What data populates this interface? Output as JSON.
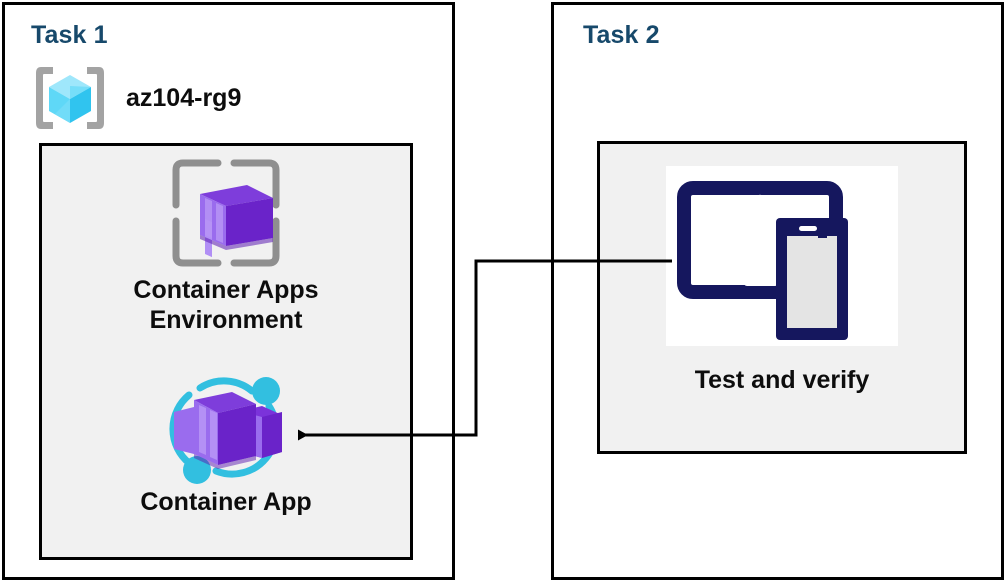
{
  "diagram": {
    "title": "Azure Container Apps lab diagram",
    "background": "#ffffff",
    "colors": {
      "task_title": "#17496b",
      "panel_fill": "#f1f1f1",
      "border": "#000000",
      "label_text": "#0d0d0d",
      "resource_group_cube": "#32d5f4",
      "resource_group_bracket": "#a3a3a3",
      "container_purple": "#7a2fd6",
      "container_purple_light": "#a176ef",
      "frame_gray": "#8f8f8f",
      "orbit_cyan": "#32bfe0",
      "device_navy": "#15175e",
      "device_screen_gray": "#e4e4e4",
      "connector": "#000000"
    }
  },
  "task1": {
    "title": "Task 1",
    "resource_group": {
      "icon": "resource-group-icon",
      "label": "az104-rg9"
    },
    "nodes": [
      {
        "id": "container-apps-environment",
        "icon": "container-apps-environment-icon",
        "label": "Container Apps\nEnvironment"
      },
      {
        "id": "container-app",
        "icon": "container-app-icon",
        "label": "Container App"
      }
    ]
  },
  "task2": {
    "title": "Task 2",
    "nodes": [
      {
        "id": "test-and-verify",
        "icon": "test-and-verify-devices-icon",
        "label": "Test and verify"
      }
    ]
  },
  "connector": {
    "from": "test-and-verify",
    "to": "container-app",
    "arrow_direction": "left",
    "style": "orthogonal"
  }
}
